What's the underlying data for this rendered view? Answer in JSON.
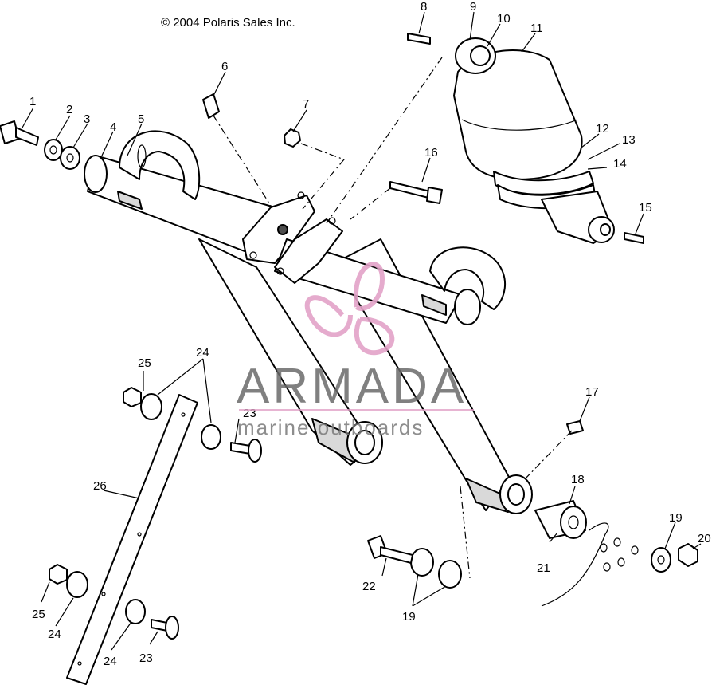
{
  "copyright": "© 2004 Polaris Sales Inc.",
  "watermark": {
    "brand": "ARMADA",
    "tagline": "marine outboards",
    "logo_color": "#e2a2c8"
  },
  "callouts": {
    "c1": "1",
    "c2": "2",
    "c3": "3",
    "c4": "4",
    "c5": "5",
    "c6": "6",
    "c7": "7",
    "c8": "8",
    "c9": "9",
    "c10": "10",
    "c11": "11",
    "c12": "12",
    "c13": "13",
    "c14": "14",
    "c15": "15",
    "c16": "16",
    "c17": "17",
    "c18": "18",
    "c19a": "19",
    "c19b": "19",
    "c20": "20",
    "c21": "21",
    "c22": "22",
    "c23a": "23",
    "c23b": "23",
    "c24a": "24",
    "c24b": "24",
    "c24c": "24",
    "c25a": "25",
    "c25b": "25",
    "c26": "26"
  }
}
